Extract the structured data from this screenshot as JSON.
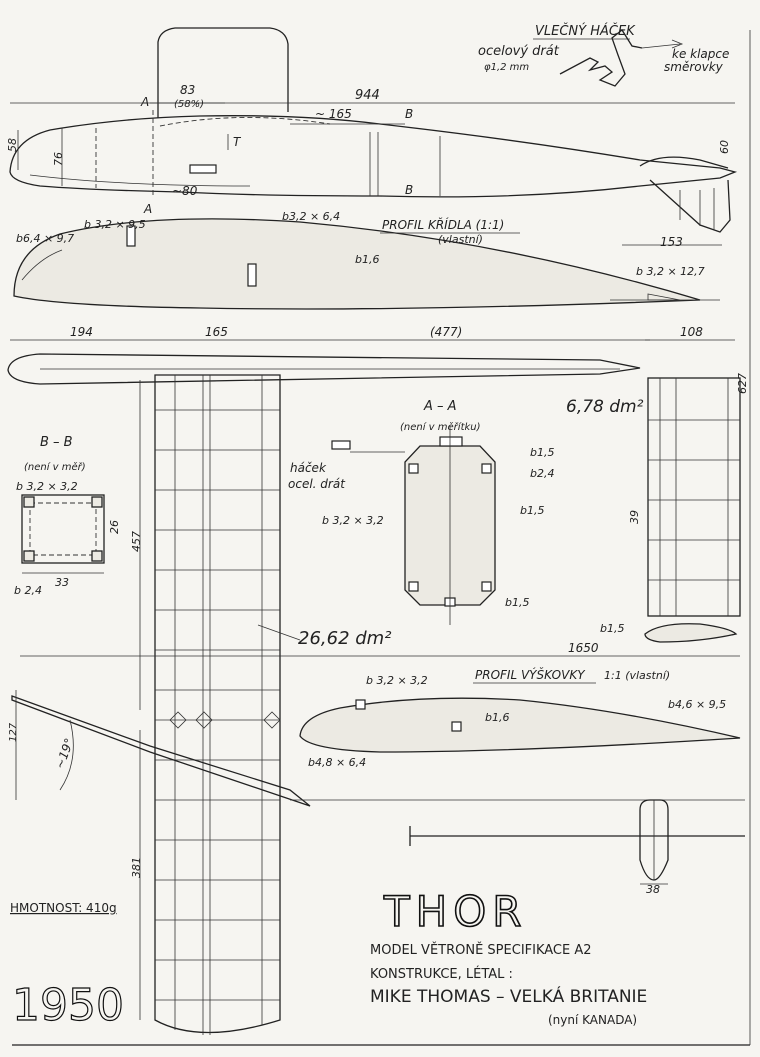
{
  "tow_hook": {
    "title": "VLEČNÝ HÁČEK",
    "material": "ocelový drát",
    "diameter": "φ1,2 mm",
    "to_rudder_flap_1": "ke klapce",
    "to_rudder_flap_2": "směrovky"
  },
  "fuselage": {
    "length": "944",
    "dim_83": "83",
    "dim_83_pct": "(58%)",
    "dim_165": "~ 165",
    "dim_58": "58",
    "dim_76": "76",
    "dim_80": "~80",
    "dim_60": "60",
    "dim_153": "153",
    "section_a_top": "A",
    "section_a_bottom": "A",
    "section_b_top": "B",
    "section_b_bottom": "B",
    "cg_mark": "T"
  },
  "wing_profile": {
    "title": "PROFIL KŘÍDLA (1:1)",
    "subtitle": "(vlastní)",
    "spar_1": "b 3,2 × 9,5",
    "spar_2": "b3,2 × 6,4",
    "leading_edge": "b6,4 × 9,7",
    "sheet": "b1,6",
    "trailing_edge": "b 3,2 × 12,7"
  },
  "top_view": {
    "dim_194": "194",
    "dim_165": "165",
    "dim_477": "(477)",
    "dim_108": "108",
    "dim_627": "627",
    "stab_area": "6,78 dm²",
    "dim_39": "39",
    "stab_b15": "b1,5",
    "wing_area": "26,62 dm²",
    "dim_457": "457",
    "dim_381": "381"
  },
  "section_bb": {
    "title": "B – B",
    "note": "(není v měř)",
    "stringer": "b 3,2 × 3,2",
    "height": "26",
    "width": "33",
    "sheet": "b 2,4"
  },
  "section_aa": {
    "title": "A – A",
    "note": "(není v měřítku)",
    "hook_1": "háček",
    "hook_2": "ocel. drát",
    "stringer": "b 3,2 × 3,2",
    "b15_top": "b1,5",
    "b24": "b2,4",
    "b15_mid": "b1,5",
    "b15_bottom": "b1,5"
  },
  "dihedral": {
    "span": "1650",
    "height": "127",
    "angle": "~19°"
  },
  "stab_profile": {
    "title": "PROFIL VÝŠKOVKY",
    "scale": "1:1 (vlastní)",
    "spar": "b 3,2 × 3,2",
    "sheet": "b1,6",
    "leading_edge": "b4,8 × 6,4",
    "trailing_edge": "b4,6 × 9,5"
  },
  "front_view": {
    "dim_38": "38"
  },
  "title_block": {
    "name": "THOR",
    "line1": "MODEL VĚTRONĚ SPECIFIKACE A2",
    "line2": "KONSTRUKCE, LÉTAL :",
    "line3": "MIKE THOMAS – VELKÁ BRITANIE",
    "line4": "(nyní KANADA)",
    "weight": "HMOTNOST: 410g",
    "year": "1950"
  }
}
